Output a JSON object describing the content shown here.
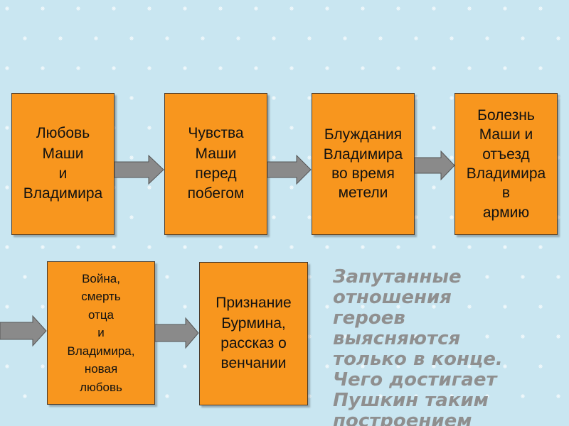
{
  "colors": {
    "background": "#c9e6f1",
    "box_fill": "#f8961e",
    "arrow_fill": "#8a8a8a",
    "note_text": "#8f8f8f"
  },
  "boxes": [
    {
      "text": "Любовь\nМаши\nи\nВладимира"
    },
    {
      "text": "Чувства\nМаши\nперед\nпобегом"
    },
    {
      "text": "Блуждания\nВладимира\nво время\nметели"
    },
    {
      "text": "Болезнь\nМаши и\nотъезд\nВладимира\nв\nармию"
    },
    {
      "text": "Война,\nсмерть\nотца\nи\nВладимира,\nновая\nлюбовь"
    },
    {
      "text": "Признание\nБурмина,\nрассказ о\nвенчании"
    }
  ],
  "note": {
    "text": "Запутанные\nотношения\nгероев\nвыясняются\nтолько в конце.\nЧего достигает\nПушкин таким\nпостроением"
  }
}
